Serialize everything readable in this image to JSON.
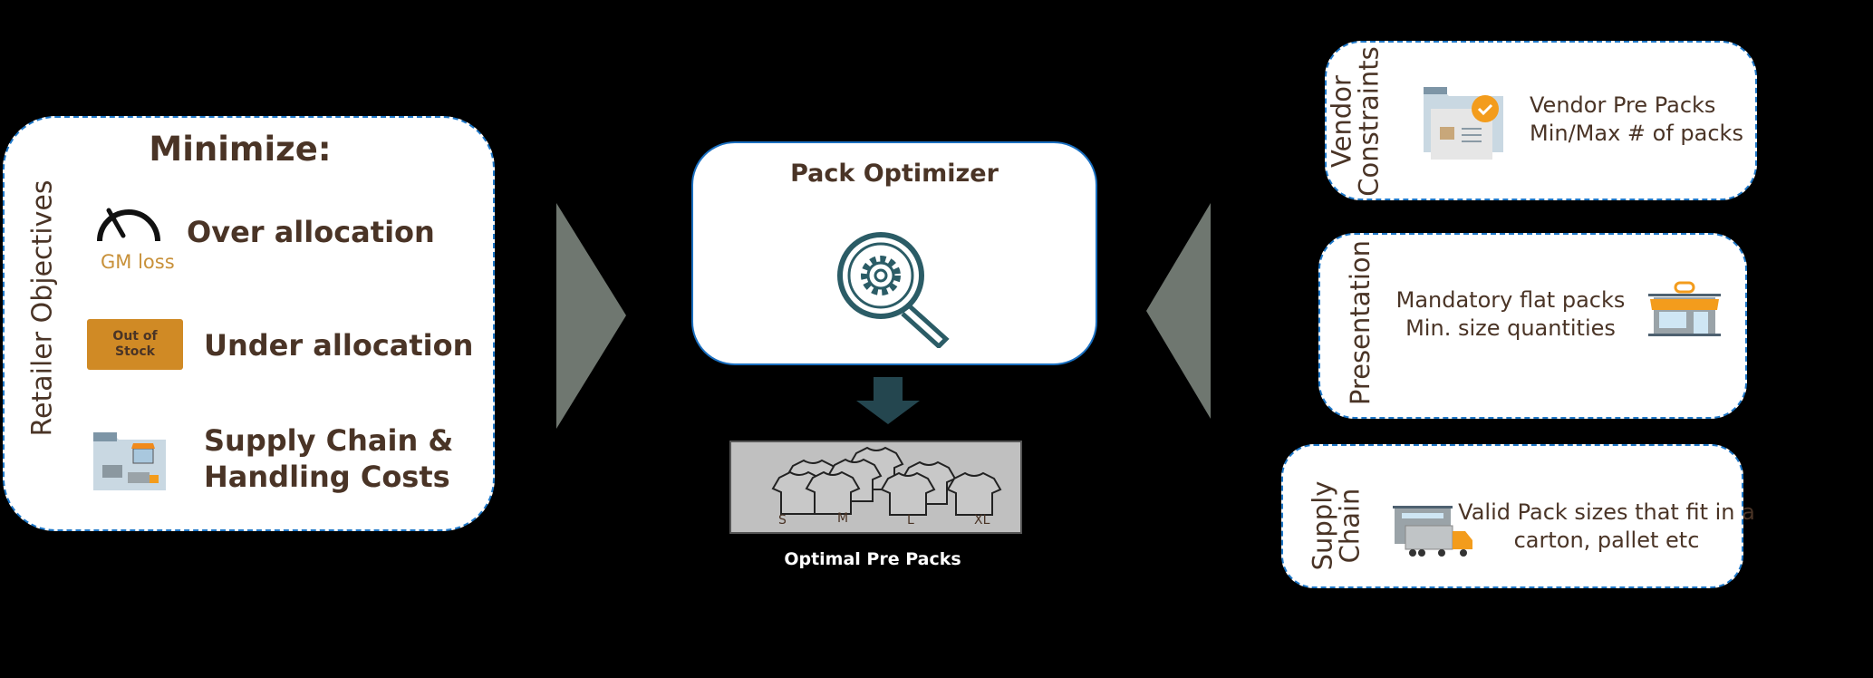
{
  "objectives": {
    "side_label": "Retailer Objectives",
    "heading": "Minimize:",
    "items": [
      {
        "label": "Over allocation",
        "icon": "gauge-icon",
        "icon_caption": "GM loss"
      },
      {
        "label": "Under allocation",
        "icon": "out-of-stock-sign-icon",
        "icon_caption": "Out of Stock"
      },
      {
        "label_line1": "Supply Chain &",
        "label_line2": "Handling Costs",
        "icon": "supply-chain-folder-icon"
      }
    ]
  },
  "optimizer": {
    "title": "Pack Optimizer",
    "icon": "magnifier-gear-icon"
  },
  "output": {
    "sizes": [
      "S",
      "M",
      "L",
      "XL"
    ],
    "caption": "Optimal Pre Packs"
  },
  "constraints": [
    {
      "side_label_line1": "Vendor",
      "side_label_line2": "Constraints",
      "line1": "Vendor Pre Packs",
      "line2": "Min/Max # of packs",
      "icon": "vendor-folder-check-icon"
    },
    {
      "side_label": "Presentation",
      "line1": "Mandatory flat packs",
      "line2": "Min. size quantities",
      "icon": "storefront-icon"
    },
    {
      "side_label_line1": "Supply",
      "side_label_line2": "Chain",
      "line1": "Valid Pack sizes that fit in a",
      "line2": "carton, pallet etc",
      "icon": "warehouse-truck-icon"
    }
  ],
  "colors": {
    "text": "#4a3426",
    "accent_orange": "#d08a25",
    "teal": "#2b5c66",
    "arrow_gray": "#6f7770",
    "border_blue": "#1f78c8"
  }
}
